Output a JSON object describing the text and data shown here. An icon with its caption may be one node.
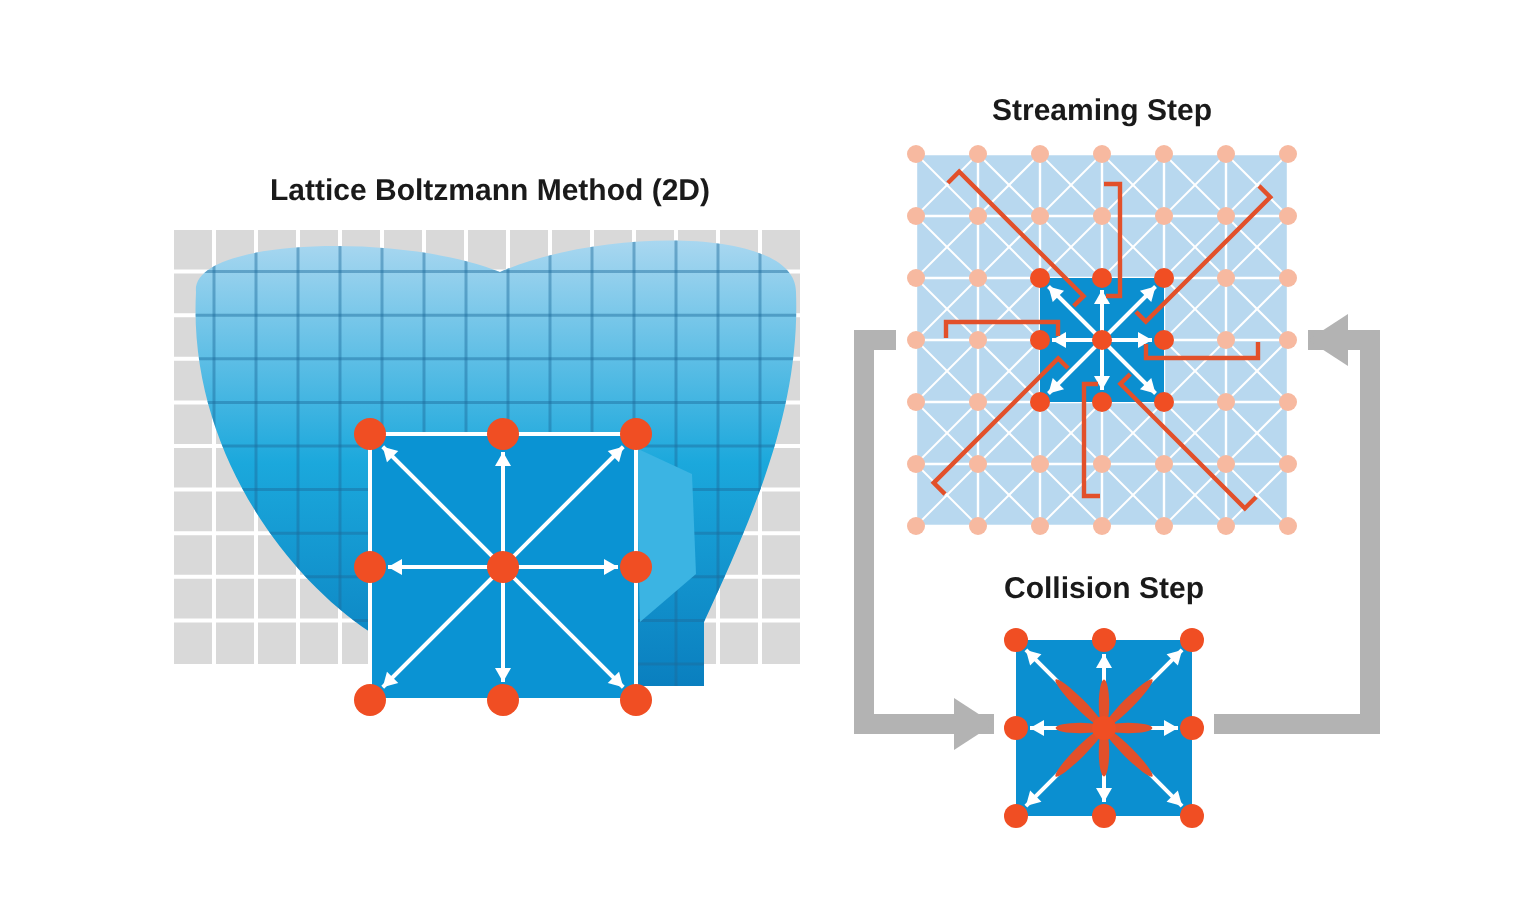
{
  "diagram": {
    "nodes": [
      {
        "text": [
          "Lattice Boltzmann Method (2D)"
        ]
      },
      {
        "text": [
          "Streaming Step"
        ]
      },
      {
        "text": [
          "Collision Step"
        ]
      }
    ],
    "edges": [
      {
        "from": 1,
        "to": 2,
        "arrow": "to"
      },
      {
        "from": 2,
        "to": 1,
        "arrow": "to"
      }
    ]
  }
}
